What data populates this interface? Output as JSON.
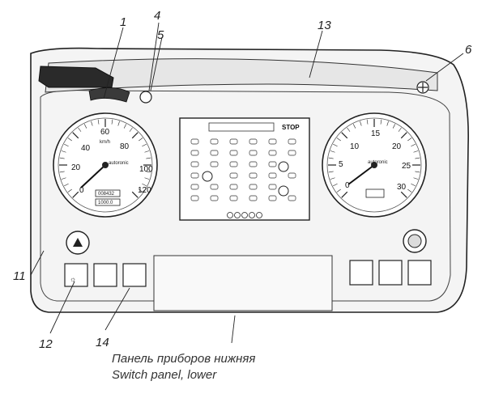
{
  "callouts": {
    "c1": "1",
    "c4": "4",
    "c5": "5",
    "c13": "13",
    "c6": "6",
    "c11": "11",
    "c12": "12",
    "c14": "14"
  },
  "speedometer": {
    "ticks": [
      "0",
      "20",
      "40",
      "60",
      "80",
      "100",
      "120"
    ],
    "unit": "km/h",
    "brand": "autoronic",
    "odometer": "008432",
    "trip": "1000.0"
  },
  "tachometer": {
    "ticks": [
      "0",
      "5",
      "10",
      "15",
      "20",
      "25",
      "30"
    ],
    "brand": "autoronic"
  },
  "center": {
    "stop_label": "STOP"
  },
  "caption": {
    "ru": "Панель приборов нижняя",
    "en": "Switch panel, lower"
  }
}
